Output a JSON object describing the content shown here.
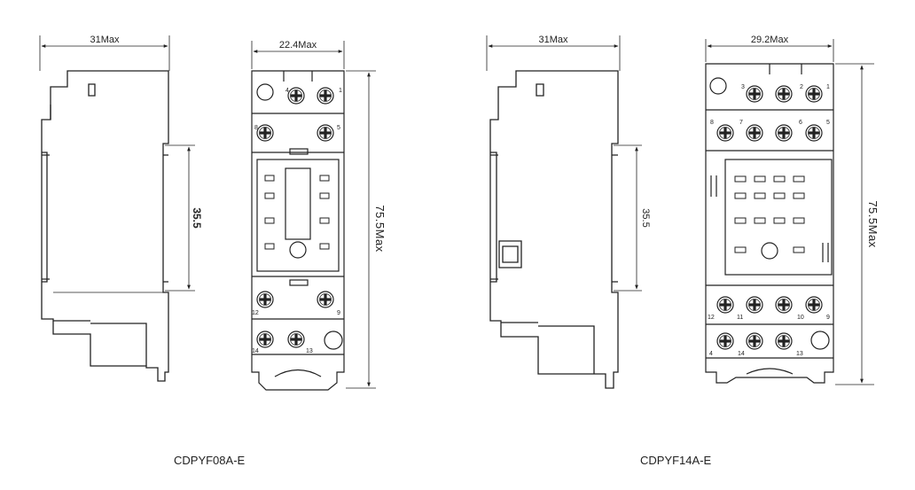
{
  "left": {
    "side_width": "31Max",
    "front_width": "22.4Max",
    "rail_height": "35.5",
    "total_height": "75.5Max",
    "model": "CDPYF08A-E",
    "top_pins": [
      "4",
      "1"
    ],
    "upper_pins": [
      "8",
      "5"
    ],
    "lower_pins": [
      "12",
      "9"
    ],
    "bottom_pins": [
      "14",
      "13"
    ]
  },
  "right": {
    "side_width": "31Max",
    "front_width": "29.2Max",
    "rail_height": "35.5",
    "total_height": "75.5Max",
    "model": "CDPYF14A-E",
    "top_pins": [
      "3",
      "2",
      "1"
    ],
    "upper_pins": [
      "8",
      "7",
      "6",
      "5"
    ],
    "lower_pins": [
      "12",
      "11",
      "10",
      "9"
    ],
    "bottom_pins": [
      "4",
      "14",
      "13"
    ]
  }
}
